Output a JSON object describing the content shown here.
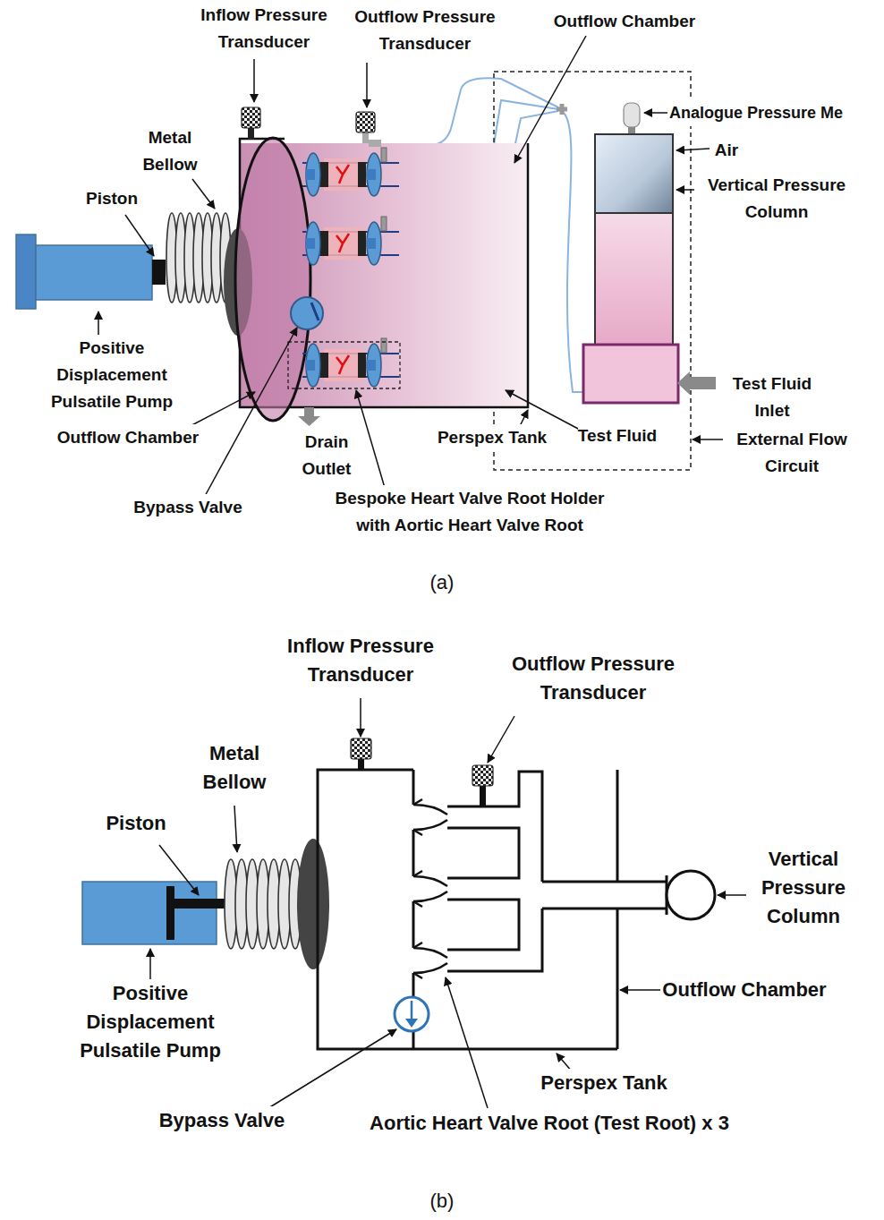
{
  "diagram": {
    "labels": [
      "Inflow Pressure Transducer",
      "Outflow Pressure Transducer",
      "Outflow Chamber",
      "Analogue Pressure Me",
      "Air",
      "Vertical Pressure Column",
      "Metal Bellow",
      "Piston",
      "Positive Displacement Pulsatile Pump",
      "Outflow Chamber",
      "Drain Outlet",
      "Perspex Tank",
      "Test Fluid",
      "Test Fluid Inlet",
      "External Flow Circuit",
      "Bypass Valve",
      "Bespoke Heart Valve Root Holder with Aortic Heart Valve Root",
      "(a)",
      "Inflow Pressure Transducer",
      "Outflow Pressure Transducer",
      "Metal Bellow",
      "Piston",
      "Positive Displacement Pulsatile Pump",
      "Vertical Pressure Column",
      "Outflow Chamber",
      "Perspex Tank",
      "Bypass Valve",
      "Aortic Heart Valve Root (Test Root) x 3",
      "(b)"
    ]
  }
}
